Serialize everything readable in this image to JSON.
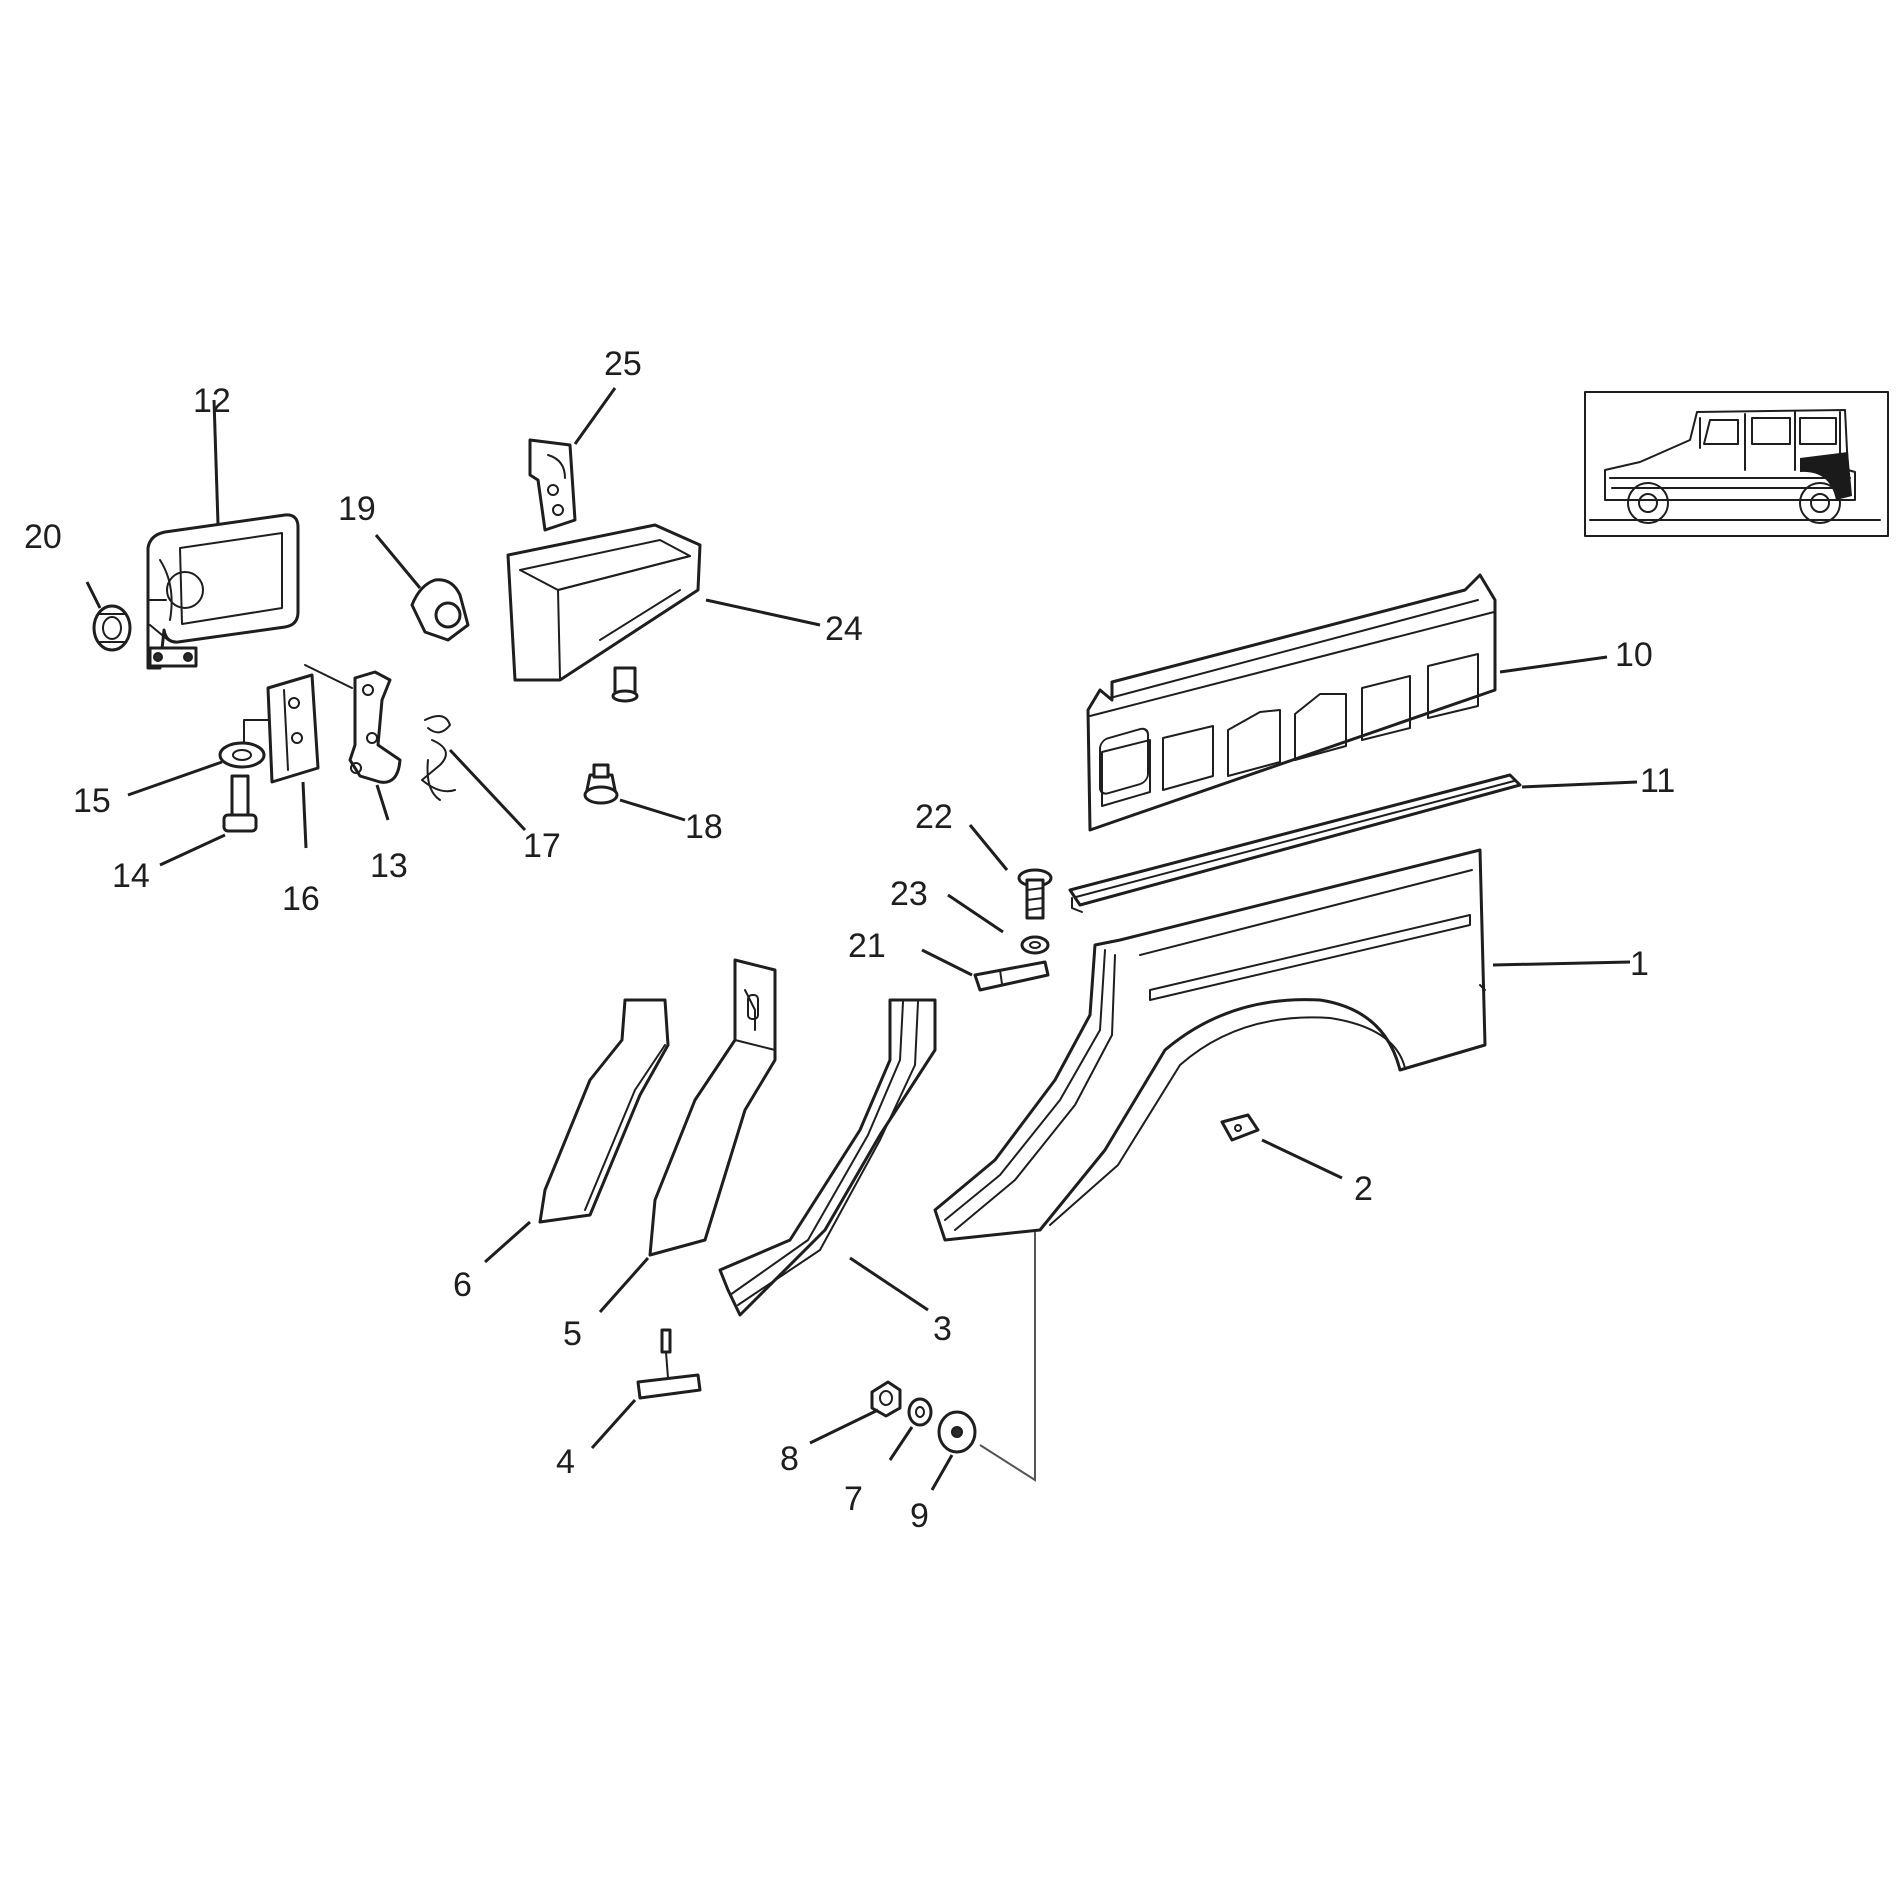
{
  "callouts": [
    {
      "id": "1",
      "label": "1"
    },
    {
      "id": "2",
      "label": "2"
    },
    {
      "id": "3",
      "label": "3"
    },
    {
      "id": "4",
      "label": "4"
    },
    {
      "id": "5",
      "label": "5"
    },
    {
      "id": "6",
      "label": "6"
    },
    {
      "id": "7",
      "label": "7"
    },
    {
      "id": "8",
      "label": "8"
    },
    {
      "id": "9",
      "label": "9"
    },
    {
      "id": "10",
      "label": "10"
    },
    {
      "id": "11",
      "label": "11"
    },
    {
      "id": "12",
      "label": "12"
    },
    {
      "id": "13",
      "label": "13"
    },
    {
      "id": "14",
      "label": "14"
    },
    {
      "id": "15",
      "label": "15"
    },
    {
      "id": "16",
      "label": "16"
    },
    {
      "id": "17",
      "label": "17"
    },
    {
      "id": "18",
      "label": "18"
    },
    {
      "id": "19",
      "label": "19"
    },
    {
      "id": "20",
      "label": "20"
    },
    {
      "id": "21",
      "label": "21"
    },
    {
      "id": "22",
      "label": "22"
    },
    {
      "id": "23",
      "label": "23"
    },
    {
      "id": "24",
      "label": "24"
    },
    {
      "id": "25",
      "label": "25"
    }
  ],
  "inset": {
    "highlight_color": "#1a1a1a"
  },
  "colors": {
    "line": "#1e1e1e",
    "background": "#ffffff"
  }
}
